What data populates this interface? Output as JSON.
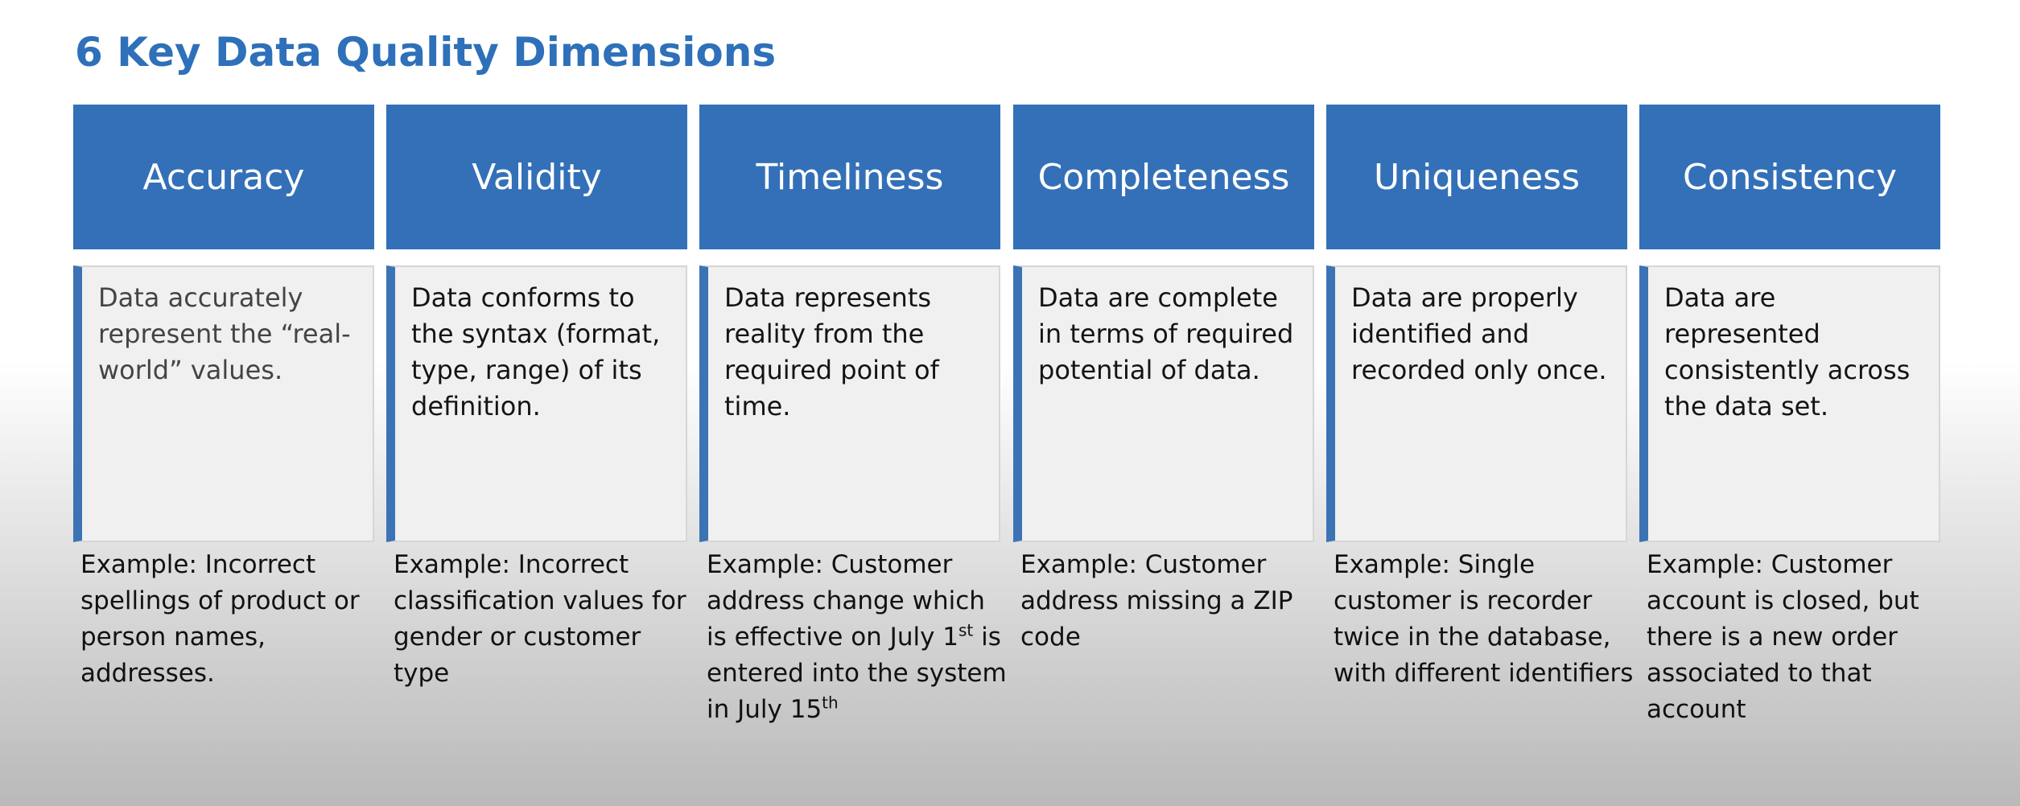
{
  "title": "6 Key Data Quality Dimensions",
  "colors": {
    "title": "#2e70b9",
    "header_fill": "#3370b8",
    "header_text": "#ffffff",
    "card_fill": "#f0f0f0",
    "card_accent": "#3c73b5"
  },
  "dimensions": [
    {
      "name": "Accuracy",
      "definition": "Data accurately represent the “real-world” values.",
      "example": "Example: Incorrect spellings of product or person names, addresses."
    },
    {
      "name": "Validity",
      "definition": "Data conforms to the syntax (format, type, range) of its definition.",
      "example": "Example: Incorrect classification values for gender or customer type"
    },
    {
      "name": "Timeliness",
      "definition": "Data represents reality from the required point of time.",
      "example_parts": [
        "Example: Customer address change which is effective on July 1",
        "st",
        " is entered into the system in July 15",
        "th"
      ]
    },
    {
      "name": "Completeness",
      "definition": "Data are complete in terms of required potential of data.",
      "example": "Example: Customer address missing a ZIP code"
    },
    {
      "name": "Uniqueness",
      "definition": "Data are properly identified and recorded only once.",
      "example": "Example: Single customer is recorder twice in the database, with different identifiers"
    },
    {
      "name": "Consistency",
      "definition": "Data are represented consistently across the data set.",
      "example": "Example: Customer account is closed, but there is a new order associated to that account"
    }
  ]
}
